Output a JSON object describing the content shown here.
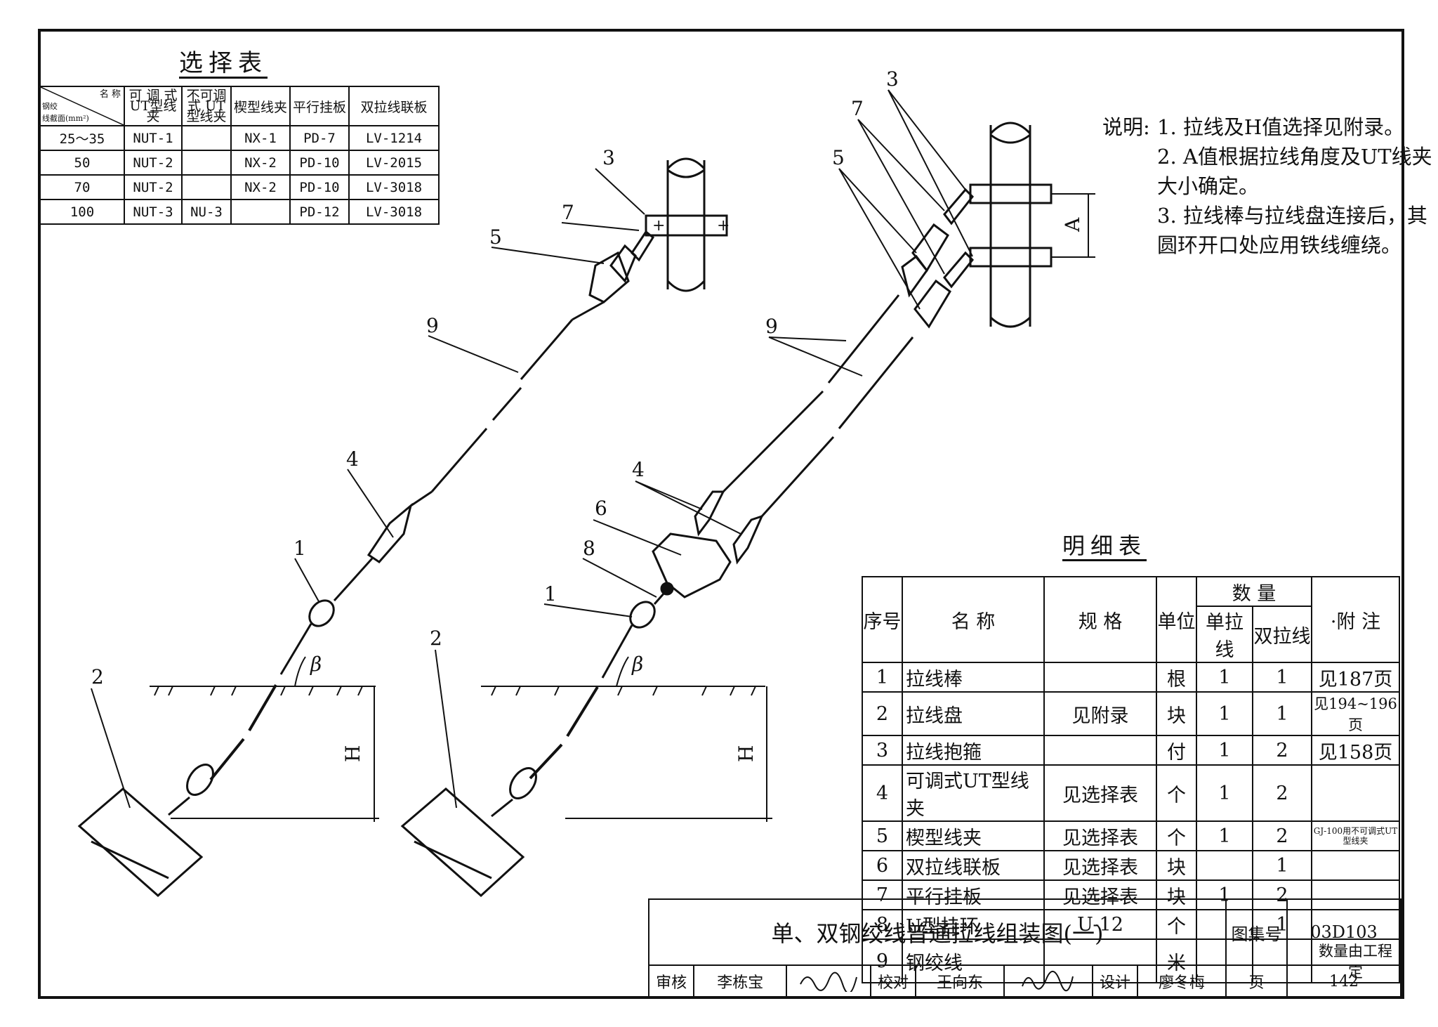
{
  "selection_table": {
    "title": "选择表",
    "header": {
      "diag_top": "名   称",
      "diag_bottom_1": "钢绞",
      "diag_bottom_2": "线截面(mm²)",
      "col1": "可 调 式 UT型线夹",
      "col2": "不可调式 UT型线夹",
      "col3": "楔型线夹",
      "col4": "平行挂板",
      "col5": "双拉线联板"
    },
    "rows": [
      {
        "section": "25～35",
        "adj": "NUT-1",
        "nonadj": "",
        "wedge": "NX-1",
        "plate": "PD-7",
        "link": "LV-1214"
      },
      {
        "section": "50",
        "adj": "NUT-2",
        "nonadj": "",
        "wedge": "NX-2",
        "plate": "PD-10",
        "link": "LV-2015"
      },
      {
        "section": "70",
        "adj": "NUT-2",
        "nonadj": "",
        "wedge": "NX-2",
        "plate": "PD-10",
        "link": "LV-3018"
      },
      {
        "section": "100",
        "adj": "NUT-3",
        "nonadj": "NU-3",
        "wedge": "",
        "plate": "PD-12",
        "link": "LV-3018"
      }
    ]
  },
  "notes": {
    "label": "说明:",
    "items": [
      "1. 拉线及H值选择见附录。",
      "2. A值根据拉线角度及UT线夹大小确定。",
      "3. 拉线棒与拉线盘连接后，其圆环开口处应用铁线缠绕。"
    ]
  },
  "diagram_labels": {
    "left": [
      "3",
      "7",
      "5",
      "9",
      "4",
      "1",
      "2"
    ],
    "right": [
      "3",
      "7",
      "5",
      "9",
      "4",
      "6",
      "8",
      "1",
      "2"
    ],
    "beta": "β",
    "h": "H",
    "a": "A"
  },
  "detail_table": {
    "title": "明细表",
    "headers": {
      "no": "序号",
      "name": "名   称",
      "spec": "规   格",
      "unit": "单位",
      "qty": "数   量",
      "single": "单拉线",
      "double": "双拉线",
      "note": "·附   注"
    },
    "rows": [
      {
        "no": "1",
        "name": "拉线棒",
        "spec": "",
        "unit": "根",
        "single": "1",
        "double": "1",
        "note": "见187页"
      },
      {
        "no": "2",
        "name": "拉线盘",
        "spec": "见附录",
        "unit": "块",
        "single": "1",
        "double": "1",
        "note": "见194~196页"
      },
      {
        "no": "3",
        "name": "拉线抱箍",
        "spec": "",
        "unit": "付",
        "single": "1",
        "double": "2",
        "note": "见158页"
      },
      {
        "no": "4",
        "name": "可调式UT型线夹",
        "spec": "见选择表",
        "unit": "个",
        "single": "1",
        "double": "2",
        "note": ""
      },
      {
        "no": "5",
        "name": "楔型线夹",
        "spec": "见选择表",
        "unit": "个",
        "single": "1",
        "double": "2",
        "note": "GJ-100用不可调式UT型线夹"
      },
      {
        "no": "6",
        "name": "双拉线联板",
        "spec": "见选择表",
        "unit": "块",
        "single": "",
        "double": "1",
        "note": ""
      },
      {
        "no": "7",
        "name": "平行挂板",
        "spec": "见选择表",
        "unit": "块",
        "single": "1",
        "double": "2",
        "note": ""
      },
      {
        "no": "8",
        "name": "U型挂环",
        "spec": "U-12",
        "unit": "个",
        "single": "",
        "double": "1",
        "note": ""
      },
      {
        "no": "9",
        "name": "钢绞线",
        "spec": "",
        "unit": "米",
        "single": "",
        "double": "",
        "note": "数量由工程定"
      }
    ]
  },
  "title_block": {
    "title": "单、双钢绞线普通拉线组装图(一)",
    "atlas_label": "图集号",
    "atlas_no": "03D103",
    "review_label": "审核",
    "reviewer": "李栋宝",
    "check_label": "校对",
    "checker": "王向东",
    "design_label": "设计",
    "designer": "廖冬梅",
    "page_label": "页",
    "page_no": "142"
  }
}
